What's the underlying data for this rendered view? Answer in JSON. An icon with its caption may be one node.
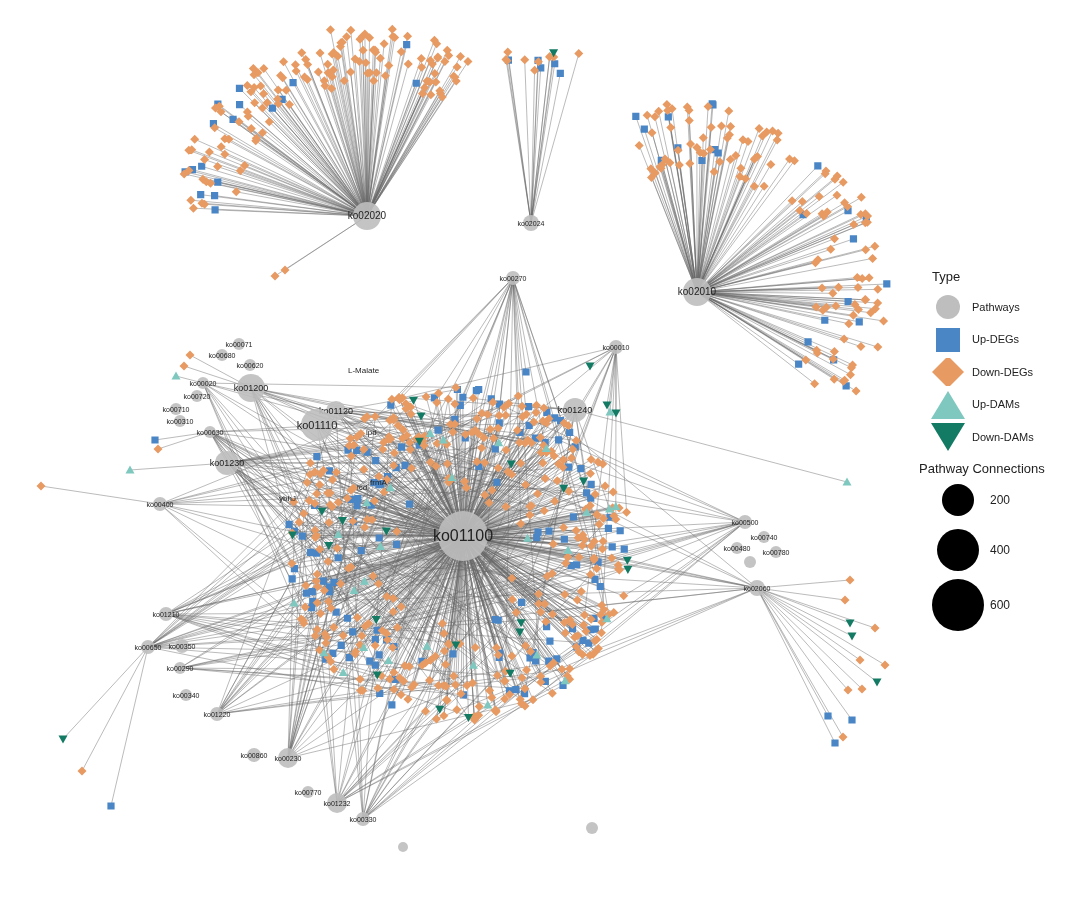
{
  "diagram": {
    "nodes": [
      {
        "text": [
          "ko02020"
        ]
      },
      {
        "text": [
          "ko02024"
        ]
      },
      {
        "text": [
          "ko00270"
        ]
      },
      {
        "text": [
          "ko02010"
        ]
      },
      {
        "text": [
          "ko00071"
        ]
      },
      {
        "text": [
          "ko00680"
        ]
      },
      {
        "text": [
          "ko00620"
        ]
      },
      {
        "text": [
          "ko01200"
        ]
      },
      {
        "text": [
          "ko00020"
        ]
      },
      {
        "text": [
          "ko00720"
        ]
      },
      {
        "text": [
          "ko00710"
        ]
      },
      {
        "text": [
          "ko00310"
        ]
      },
      {
        "text": [
          "ko00630"
        ]
      },
      {
        "text": [
          "ko01120"
        ]
      },
      {
        "text": [
          "ko01110"
        ]
      },
      {
        "text": [
          "ko01230"
        ]
      },
      {
        "text": [
          "ko00010"
        ]
      },
      {
        "text": [
          "ko01240"
        ]
      },
      {
        "text": [
          "ko00400"
        ]
      },
      {
        "text": [
          "ko01100"
        ]
      },
      {
        "text": [
          "ko00500"
        ]
      },
      {
        "text": [
          "ko00740"
        ]
      },
      {
        "text": [
          "ko00480"
        ]
      },
      {
        "text": [
          "ko00780"
        ]
      },
      {
        "text": [],
        "shape": "circle"
      },
      {
        "text": [
          "ko02060"
        ]
      },
      {
        "text": [
          "ko01210"
        ]
      },
      {
        "text": [
          "ko00650"
        ]
      },
      {
        "text": [
          "ko00350"
        ]
      },
      {
        "text": [
          "ko00290"
        ]
      },
      {
        "text": [
          "ko00340"
        ]
      },
      {
        "text": [
          "ko01220"
        ]
      },
      {
        "text": [
          "ko00860"
        ]
      },
      {
        "text": [
          "ko00230"
        ]
      },
      {
        "text": [
          "ko00770"
        ]
      },
      {
        "text": [
          "ko01232"
        ]
      },
      {
        "text": [
          "ko00330"
        ]
      },
      {
        "text": [],
        "shape": "circle"
      },
      {
        "text": [],
        "shape": "circle"
      }
    ],
    "labels": [
      "Type",
      "Pathway Connections",
      "L-Malate",
      "lpd",
      "icd",
      "frmA",
      "ybhJ"
    ],
    "legend": [
      {
        "text": "Pathways",
        "color": "#bebebe"
      },
      {
        "text": "Up-DEGs",
        "color": "#4a86c5"
      },
      {
        "text": "Down-DEGs",
        "color": "#e89a63"
      },
      {
        "text": "Up-DAMs",
        "color": "#7ec8c0"
      },
      {
        "text": "Down-DAMs",
        "color": "#137a63"
      },
      {
        "text": "200"
      },
      {
        "text": "400"
      },
      {
        "text": "600"
      }
    ]
  }
}
